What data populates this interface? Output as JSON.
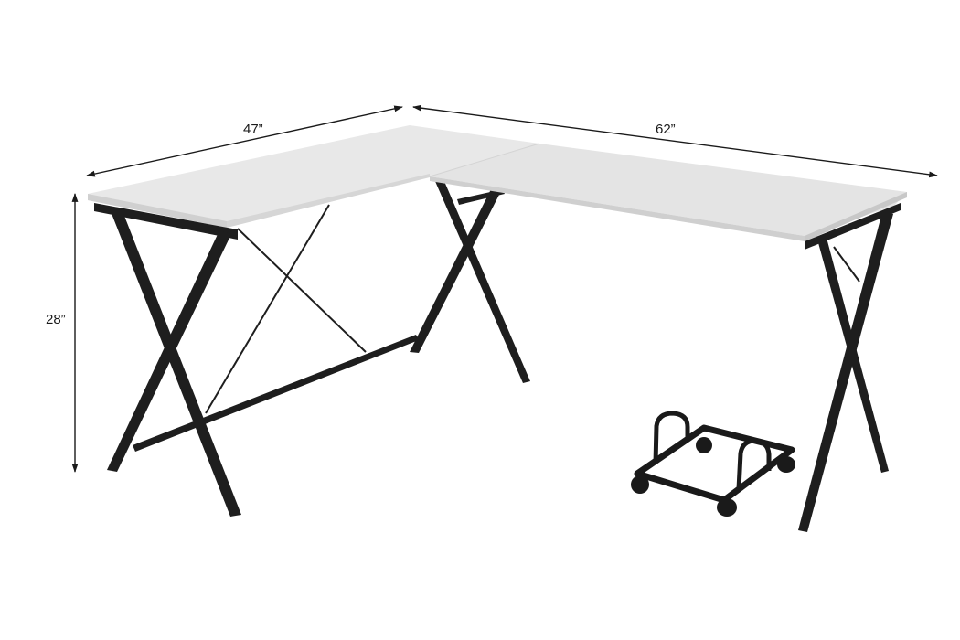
{
  "product": {
    "name": "L-shaped desk",
    "desktop_color": "#e6e6e6",
    "frame_color": "#1e1e1e",
    "accessory": "CPU stand with casters"
  },
  "dimensions": {
    "width_left": "47”",
    "width_right": "62”",
    "height": "28”"
  },
  "colors": {
    "background": "#ffffff",
    "desktop_top": "#e8e8e8",
    "desktop_edge": "#d2d2d2",
    "frame": "#1e1e1e",
    "dimension_line": "#1a1a1a"
  }
}
